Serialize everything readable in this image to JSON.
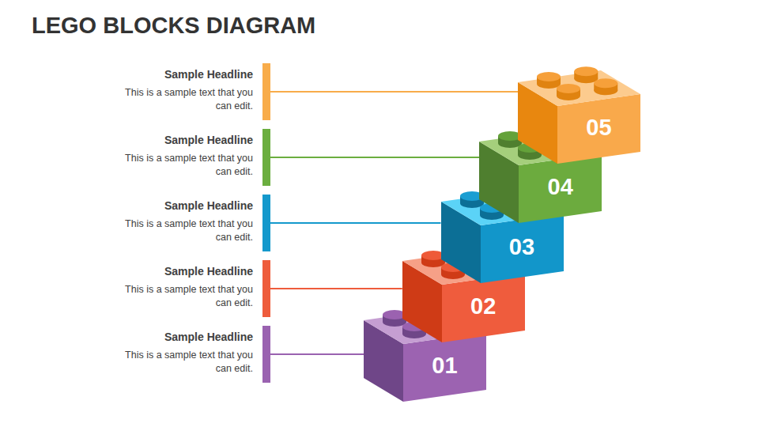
{
  "diagram": {
    "title": "LEGO BLOCKS DIAGRAM",
    "nodes": [
      {
        "text": [
          "Sample Headline",
          "This is a sample text that you can edit."
        ]
      },
      {
        "text": [
          "Sample Headline",
          "This is a sample text that you can edit."
        ]
      },
      {
        "text": [
          "Sample Headline",
          "This is a sample text that you can edit."
        ]
      },
      {
        "text": [
          "Sample Headline",
          "This is a sample text that you can edit."
        ]
      },
      {
        "text": [
          "Sample Headline",
          "This is a sample text that you can edit."
        ]
      },
      {
        "text": [
          "05"
        ]
      },
      {
        "text": [
          "04"
        ]
      },
      {
        "text": [
          "03"
        ]
      },
      {
        "text": [
          "02"
        ]
      },
      {
        "text": [
          "01"
        ]
      }
    ],
    "edges": [
      {
        "from": 0,
        "to": 5,
        "arrow": "none"
      },
      {
        "from": 1,
        "to": 6,
        "arrow": "none"
      },
      {
        "from": 2,
        "to": 7,
        "arrow": "none"
      },
      {
        "from": 3,
        "to": 8,
        "arrow": "none"
      },
      {
        "from": 4,
        "to": 9,
        "arrow": "none"
      }
    ]
  }
}
